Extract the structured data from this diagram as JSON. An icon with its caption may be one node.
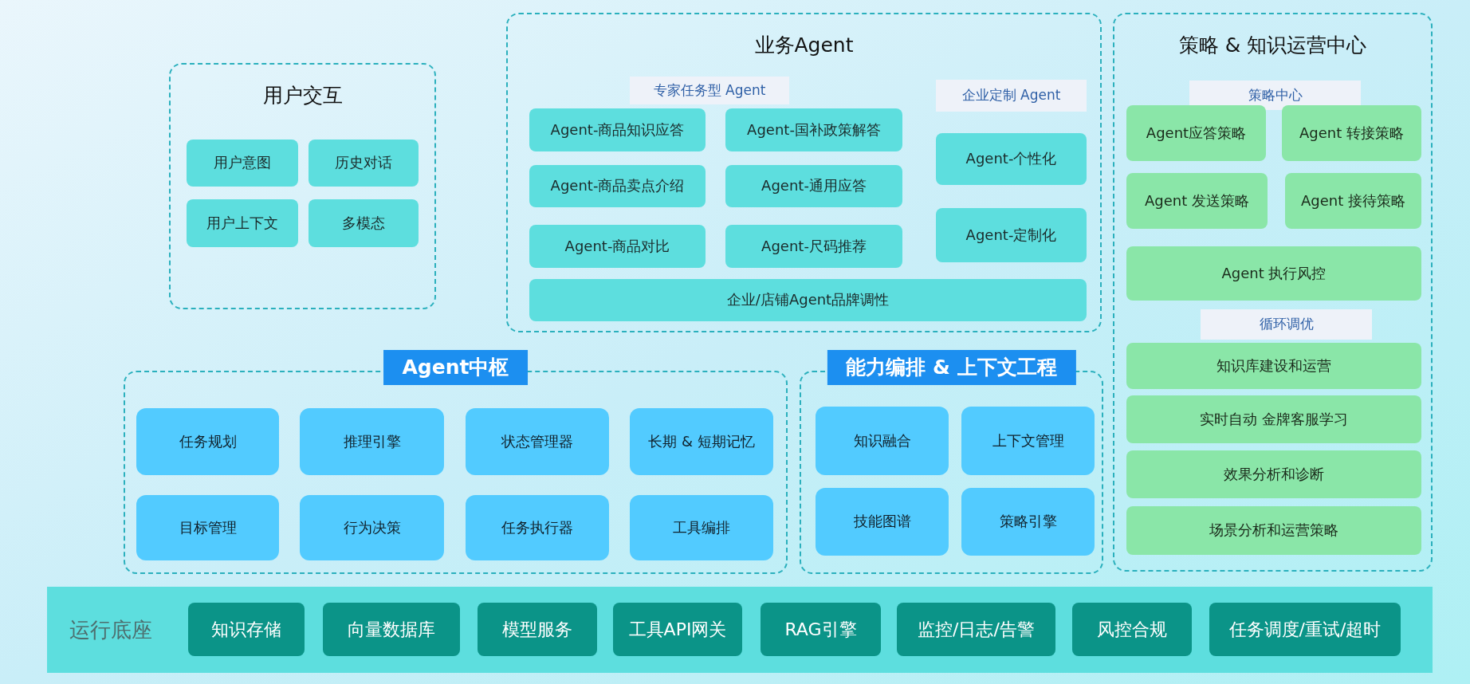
{
  "diagram": {
    "nodes": [
      {
        "text": [
          "用户交互"
        ]
      },
      {
        "text": [
          "用户意图"
        ],
        "in": 0
      },
      {
        "text": [
          "历史对话"
        ],
        "in": 0
      },
      {
        "text": [
          "用户上下文"
        ],
        "in": 0
      },
      {
        "text": [
          "多模态"
        ],
        "in": 0
      },
      {
        "text": [
          "业务Agent"
        ]
      },
      {
        "text": [
          "专家任务型 Agent"
        ],
        "in": 5
      },
      {
        "text": [
          "Agent-商品知识应答"
        ],
        "in": 5
      },
      {
        "text": [
          "Agent-国补政策解答"
        ],
        "in": 5
      },
      {
        "text": [
          "Agent-商品卖点介绍"
        ],
        "in": 5
      },
      {
        "text": [
          "Agent-通用应答"
        ],
        "in": 5
      },
      {
        "text": [
          "Agent-商品对比"
        ],
        "in": 5
      },
      {
        "text": [
          "Agent-尺码推荐"
        ],
        "in": 5
      },
      {
        "text": [
          "企业定制 Agent"
        ],
        "in": 5
      },
      {
        "text": [
          "Agent-个性化"
        ],
        "in": 5
      },
      {
        "text": [
          "Agent-定制化"
        ],
        "in": 5
      },
      {
        "text": [
          "企业/店铺Agent品牌调性"
        ],
        "in": 5
      },
      {
        "text": [
          "策略 & 知识运营中心"
        ]
      },
      {
        "text": [
          "策略中心"
        ],
        "in": 17
      },
      {
        "text": [
          "Agent应答策略"
        ],
        "in": 17
      },
      {
        "text": [
          "Agent 转接策略"
        ],
        "in": 17
      },
      {
        "text": [
          "Agent 发送策略"
        ],
        "in": 17
      },
      {
        "text": [
          "Agent 接待策略"
        ],
        "in": 17
      },
      {
        "text": [
          "Agent 执行风控"
        ],
        "in": 17
      },
      {
        "text": [
          "循环调优"
        ],
        "in": 17
      },
      {
        "text": [
          "知识库建设和运营"
        ],
        "in": 17
      },
      {
        "text": [
          "实时自动 金牌客服学习"
        ],
        "in": 17
      },
      {
        "text": [
          "效果分析和诊断"
        ],
        "in": 17
      },
      {
        "text": [
          "场景分析和运营策略"
        ],
        "in": 17
      },
      {
        "text": [
          "Agent中枢"
        ]
      },
      {
        "text": [
          "任务规划"
        ],
        "in": 29
      },
      {
        "text": [
          "推理引擎"
        ],
        "in": 29
      },
      {
        "text": [
          "状态管理器"
        ],
        "in": 29
      },
      {
        "text": [
          "长期 & 短期记忆"
        ],
        "in": 29
      },
      {
        "text": [
          "目标管理"
        ],
        "in": 29
      },
      {
        "text": [
          "行为决策"
        ],
        "in": 29
      },
      {
        "text": [
          "任务执行器"
        ],
        "in": 29
      },
      {
        "text": [
          "工具编排"
        ],
        "in": 29
      },
      {
        "text": [
          "能力编排 & 上下文工程"
        ]
      },
      {
        "text": [
          "知识融合"
        ],
        "in": 38
      },
      {
        "text": [
          "上下文管理"
        ],
        "in": 38
      },
      {
        "text": [
          "技能图谱"
        ],
        "in": 38
      },
      {
        "text": [
          "策略引擎"
        ],
        "in": 38
      },
      {
        "text": [
          "运行底座"
        ]
      },
      {
        "text": [
          "知识存储"
        ],
        "in": 43
      },
      {
        "text": [
          "向量数据库"
        ],
        "in": 43
      },
      {
        "text": [
          "模型服务"
        ],
        "in": 43
      },
      {
        "text": [
          "工具API网关"
        ],
        "in": 43
      },
      {
        "text": [
          "RAG引擎"
        ],
        "in": 43
      },
      {
        "text": [
          "监控/日志/告警"
        ],
        "in": 43
      },
      {
        "text": [
          "风控合规"
        ],
        "in": 43
      },
      {
        "text": [
          "任务调度/重试/超时"
        ],
        "in": 43
      }
    ]
  }
}
